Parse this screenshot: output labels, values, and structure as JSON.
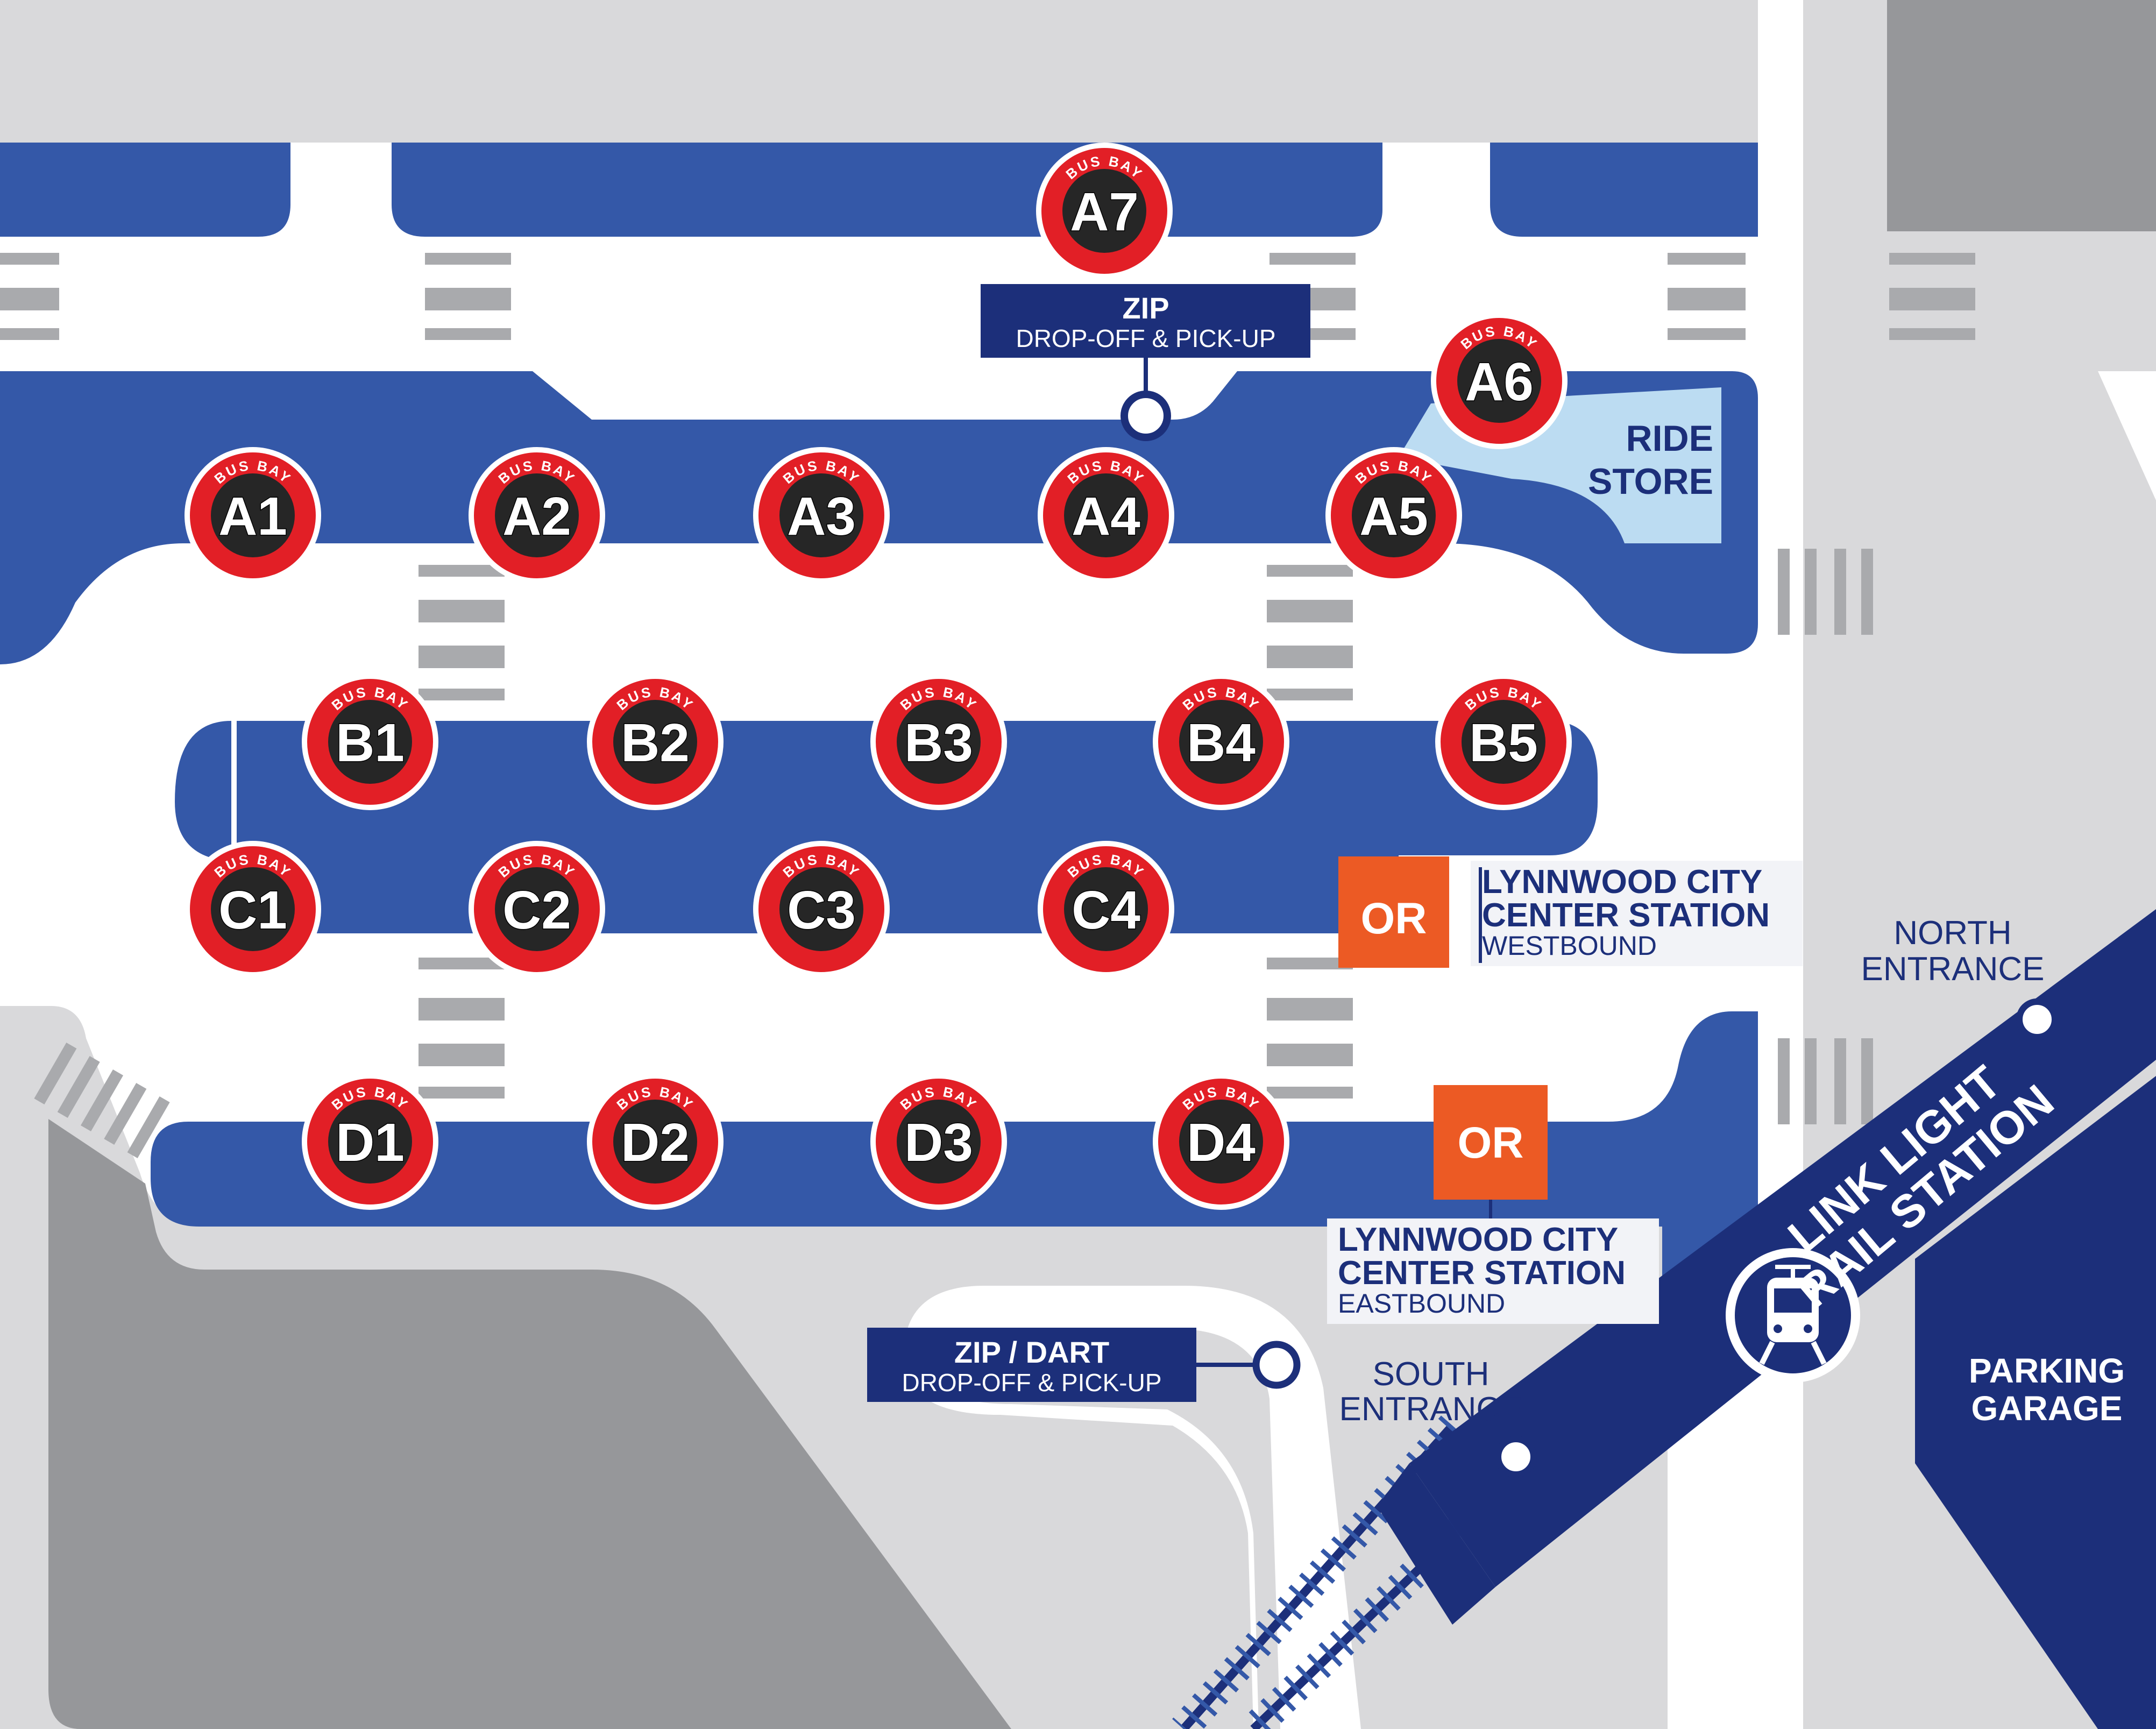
{
  "colors": {
    "background": "#ffffff",
    "pavement": "#d9d9db",
    "dark_lot": "#96979a",
    "platform_blue": "#3458a8",
    "navy": "#1c2f7a",
    "bay_red": "#e21f26",
    "bay_black": "#262626",
    "ride_store": "#bcdcf2",
    "orange": "#ec5a24",
    "crosswalk": "#a9aaad"
  },
  "bus_bay_label": "BUS BAY",
  "bays": [
    {
      "code": "A7"
    },
    {
      "code": "A6"
    },
    {
      "code": "A1"
    },
    {
      "code": "A2"
    },
    {
      "code": "A3"
    },
    {
      "code": "A4"
    },
    {
      "code": "A5"
    },
    {
      "code": "B1"
    },
    {
      "code": "B2"
    },
    {
      "code": "B3"
    },
    {
      "code": "B4"
    },
    {
      "code": "B5"
    },
    {
      "code": "C1"
    },
    {
      "code": "C2"
    },
    {
      "code": "C3"
    },
    {
      "code": "C4"
    },
    {
      "code": "D1"
    },
    {
      "code": "D2"
    },
    {
      "code": "D3"
    },
    {
      "code": "D4"
    }
  ],
  "zip_top": {
    "title": "ZIP",
    "subtitle": "DROP-OFF & PICK-UP"
  },
  "zip_dart": {
    "title": "ZIP / DART",
    "subtitle": "DROP-OFF & PICK-UP"
  },
  "ride_store": {
    "line1": "RIDE",
    "line2": "STORE"
  },
  "or_badge": "OR",
  "station_westbound": {
    "line1": "LYNNWOOD CITY",
    "line2": "CENTER STATION",
    "direction": "WESTBOUND"
  },
  "station_eastbound": {
    "line1": "LYNNWOOD CITY",
    "line2": "CENTER STATION",
    "direction": "EASTBOUND"
  },
  "north_entrance": {
    "line1": "NORTH",
    "line2": "ENTRANCE"
  },
  "south_entrance": {
    "line1": "SOUTH",
    "line2": "ENTRANCE"
  },
  "link_light_rail": {
    "line1": "LINK LIGHT",
    "line2": "RAIL STATION"
  },
  "parking_garage": {
    "line1": "PARKING",
    "line2": "GARAGE"
  }
}
